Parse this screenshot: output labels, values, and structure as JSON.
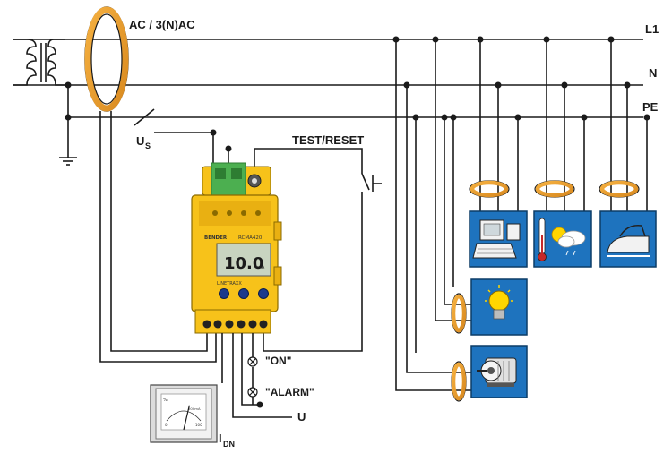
{
  "labels": {
    "supply": "AC / 3(N)AC",
    "l1": "L1",
    "n": "N",
    "pe": "PE",
    "us": "U",
    "us_sub": "S",
    "test_reset": "TEST/RESET",
    "on": "\"ON\"",
    "alarm": "\"ALARM\"",
    "u": "U",
    "idn": "I",
    "idn_sub": "DN"
  },
  "device": {
    "brand": "BENDER",
    "model": "RCMA420",
    "display_value": "10.0",
    "display_unit": "mA",
    "series": "LINETRAXX"
  },
  "meter": {
    "percent": "%",
    "range": "500mA",
    "scale_min": "0",
    "scale_max": "100",
    "needle_fraction": 0.62
  },
  "colors": {
    "line": "#1a1a1a",
    "ct_ring": "#f0a030",
    "device_body": "#f7c21a",
    "terminal": "#4caf50",
    "load_box": "#1e73be",
    "knob": "#1b3a8c"
  },
  "loads": [
    {
      "icon": "computer-icon"
    },
    {
      "icon": "weather-icon"
    },
    {
      "icon": "iron-icon"
    },
    {
      "icon": "lightbulb-icon"
    },
    {
      "icon": "motor-icon"
    }
  ]
}
